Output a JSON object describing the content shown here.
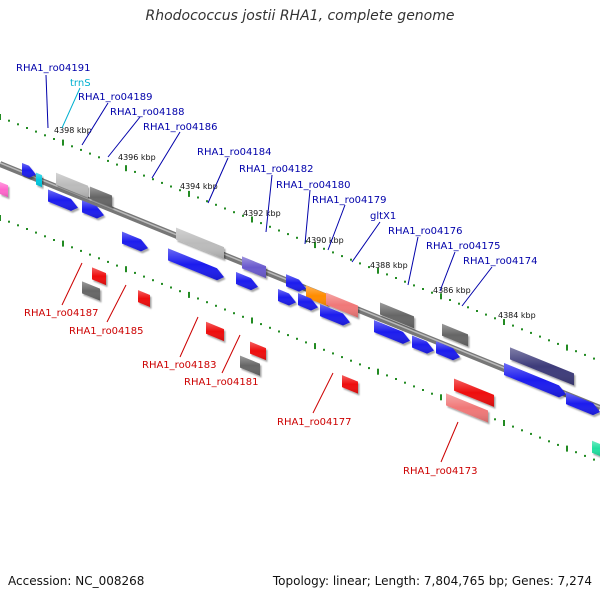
{
  "title": "Rhodococcus jostii RHA1, complete genome",
  "footer": {
    "accession": "Accession: NC_008268",
    "summary": "Topology: linear; Length: 7,804,765 bp; Genes: 7,274"
  },
  "colors": {
    "blue_gene": "#1a1aee",
    "red_gene": "#ee1111",
    "grey_gene": "#666666",
    "light_grey_gene": "#bbbbbb",
    "purple_gene": "#6a5acd",
    "dark_purple_gene": "#3d3a7a",
    "orange_gene": "#ff8c00",
    "salmon_gene": "#f07878",
    "pink_gene": "#ff66cc",
    "cyan_gene": "#00c8e0",
    "teal_gene": "#20e0a0",
    "backbone": "#888888",
    "tick": "#228b22",
    "label_blue": "#0000aa",
    "label_red": "#cc0000",
    "label_cyan": "#00b0d0"
  },
  "kbp_labels": [
    "4398 kbp",
    "4396 kbp",
    "4394 kbp",
    "4392 kbp",
    "4390 kbp",
    "4388 kbp",
    "4386 kbp",
    "4384 kbp"
  ],
  "top_labels": [
    {
      "text": "RHA1_ro04191",
      "color": "blue"
    },
    {
      "text": "trnS",
      "color": "cyan"
    },
    {
      "text": "RHA1_ro04189",
      "color": "blue"
    },
    {
      "text": "RHA1_ro04188",
      "color": "blue"
    },
    {
      "text": "RHA1_ro04186",
      "color": "blue"
    },
    {
      "text": "RHA1_ro04184",
      "color": "blue"
    },
    {
      "text": "RHA1_ro04182",
      "color": "blue"
    },
    {
      "text": "RHA1_ro04180",
      "color": "blue"
    },
    {
      "text": "RHA1_ro04179",
      "color": "blue"
    },
    {
      "text": "gltX1",
      "color": "blue"
    },
    {
      "text": "RHA1_ro04176",
      "color": "blue"
    },
    {
      "text": "RHA1_ro04175",
      "color": "blue"
    },
    {
      "text": "RHA1_ro04174",
      "color": "blue"
    }
  ],
  "bottom_labels": [
    {
      "text": "RHA1_ro04187",
      "color": "red"
    },
    {
      "text": "RHA1_ro04185",
      "color": "red"
    },
    {
      "text": "RHA1_ro04183",
      "color": "red"
    },
    {
      "text": "RHA1_ro04181",
      "color": "red"
    },
    {
      "text": "RHA1_ro04177",
      "color": "red"
    },
    {
      "text": "RHA1_ro04173",
      "color": "red"
    }
  ]
}
